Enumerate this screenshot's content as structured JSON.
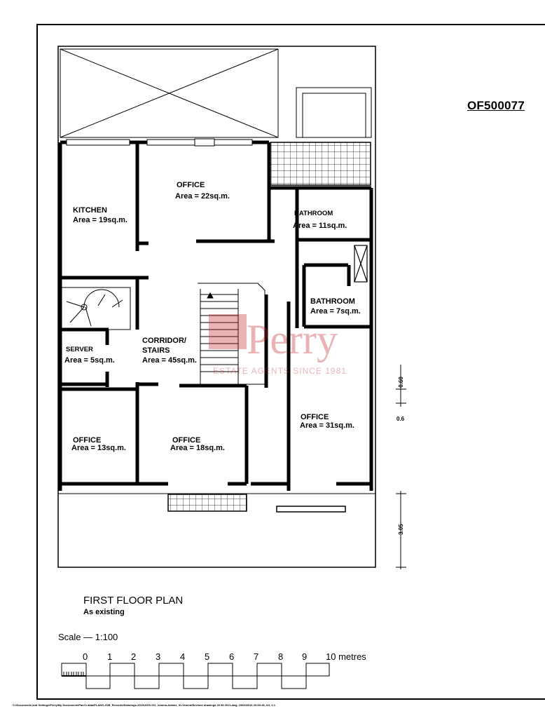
{
  "reference_code": "OF500077",
  "plan": {
    "title": "FIRST FLOOR PLAN",
    "subtitle": "As existing"
  },
  "scale": {
    "label": "Scale  —  1:100",
    "ticks": [
      "0",
      "1",
      "2",
      "3",
      "4",
      "5",
      "6",
      "7",
      "8",
      "9"
    ],
    "unit_label": "10 metres"
  },
  "rooms": {
    "office_top": {
      "name": "OFFICE",
      "area": "Area = 22sq.m."
    },
    "kitchen": {
      "name": "KITCHEN",
      "area": "Area = 19sq.m."
    },
    "bathroom_1": {
      "name": "BATHROOM",
      "area": "Area = 11sq.m."
    },
    "bathroom_2": {
      "name": "BATHROOM",
      "area": "Area = 7sq.m."
    },
    "server": {
      "name": "SERVER",
      "area": "Area = 5sq.m."
    },
    "corridor": {
      "name_line1": "CORRIDOR/",
      "name_line2": "STAIRS",
      "area": "Area = 45sq.m."
    },
    "office_right": {
      "name": "OFFICE",
      "area": "Area = 31sq.m."
    },
    "office_bottom_left": {
      "name": "OFFICE",
      "area": "Area = 13sq.m."
    },
    "office_bottom_mid": {
      "name": "OFFICE",
      "area": "Area = 18sq.m."
    }
  },
  "dimensions": {
    "d1": "0.60",
    "d2": "0.6",
    "d3": "3.05"
  },
  "watermark": {
    "brand": "Perry",
    "tagline": "ESTATE AGENTS SINCE 1981"
  },
  "file_path": "C:\\Documents and Settings\\Perry\\My Documents\\Paul's data\\PLANS-JOB_Records\\Drawings-2010\\2010-011_Iomma-Adams_St-Venera\\Revised drawings 26 08 2011.dwg, 23/03/2016 20:53:46, A3, 1:1"
}
